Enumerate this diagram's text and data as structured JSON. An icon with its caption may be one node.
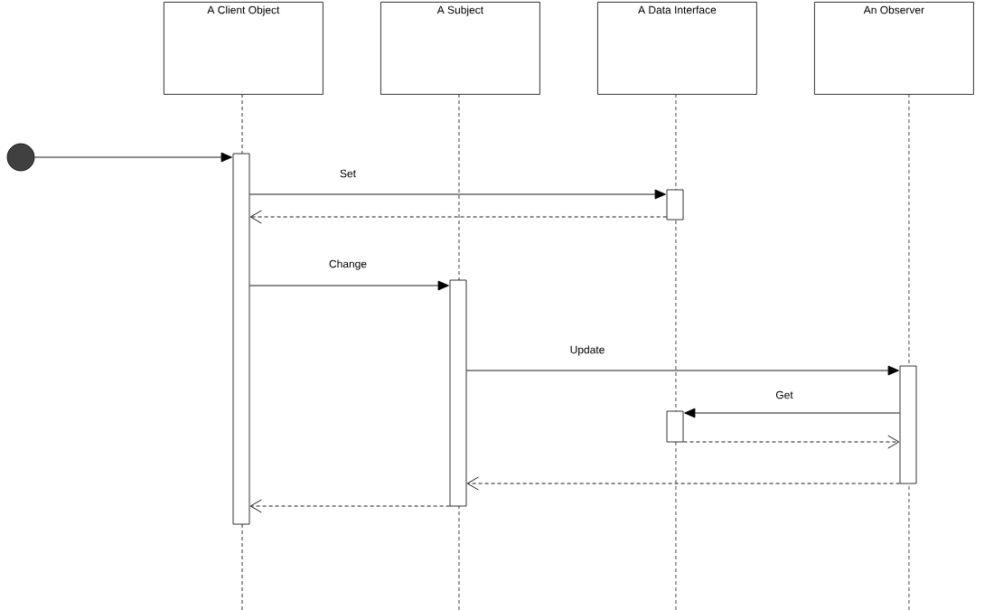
{
  "diagram": {
    "nodes": [
      {
        "text": [
          "A Client Object"
        ]
      },
      {
        "text": [
          "A Subject"
        ]
      },
      {
        "text": [
          "A Data Interface"
        ]
      },
      {
        "text": [
          "An Observer"
        ]
      },
      {
        "text": [],
        "shape": "circle"
      },
      {
        "text": [],
        "shape": "bar"
      },
      {
        "text": [],
        "shape": "bar"
      },
      {
        "text": [],
        "shape": "bar"
      },
      {
        "text": [],
        "shape": "bar"
      },
      {
        "text": [],
        "shape": "bar"
      }
    ],
    "edges": [
      {
        "from": 4,
        "to": 5,
        "arrow": "to"
      },
      {
        "from": 5,
        "to": 6,
        "arrow": "to",
        "label": "Set"
      },
      {
        "from": 6,
        "to": 5,
        "arrow": "to",
        "style": "dashed"
      },
      {
        "from": 5,
        "to": 7,
        "arrow": "to",
        "label": "Change"
      },
      {
        "from": 7,
        "to": 8,
        "arrow": "to",
        "label": "Update"
      },
      {
        "from": 8,
        "to": 9,
        "arrow": "to",
        "label": "Get"
      },
      {
        "from": 9,
        "to": 8,
        "arrow": "to",
        "style": "dashed"
      },
      {
        "from": 8,
        "to": 7,
        "arrow": "to",
        "style": "dashed"
      },
      {
        "from": 7,
        "to": 5,
        "arrow": "to",
        "style": "dashed"
      }
    ]
  }
}
